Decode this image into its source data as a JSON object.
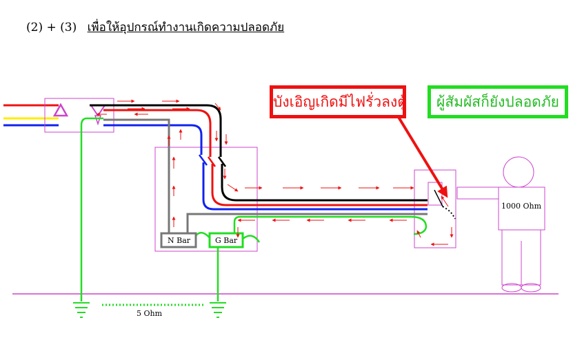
{
  "heading": {
    "number": "(2) + (3)",
    "text": "เพื่อให้อุปกรณ์ทำงานเกิดความปลอดภัย"
  },
  "callouts": {
    "fault": "บังเอิญเกิดมีไฟรั่วลงตู้",
    "safe": "ผู้สัมผัสก็ยังปลอดภัย"
  },
  "labels": {
    "n_bar": "N Bar",
    "g_bar": "G Bar",
    "ground_resistance": "5 Ohm",
    "body_resistance": "1000 Ohm"
  },
  "colors": {
    "phase": "#ee1111",
    "neutral": "#777777",
    "ground": "#22dd22",
    "blue_wire": "#1122ee",
    "black_wire": "#000000",
    "yellow_wire": "#ffee00",
    "enclosure": "#cc44cc",
    "current_arrow": "#ee1111",
    "callout_fault": "#ee1111",
    "callout_safe": "#22dd22"
  }
}
